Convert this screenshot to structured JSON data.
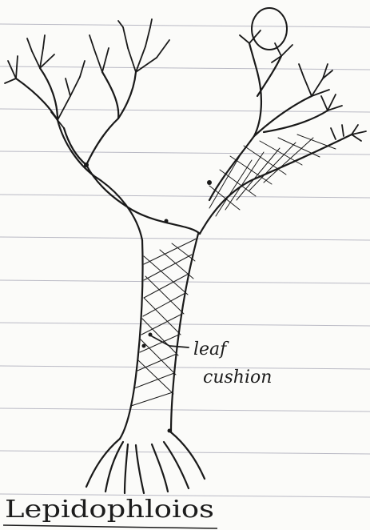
{
  "diagram": {
    "label_text": "leaf\ncushion",
    "label_line1": "leaf",
    "label_line2": "cushion",
    "caption": "Lepidophloios"
  },
  "colors": {
    "paper": "#fbfbf9",
    "rule_line": "#b9b9c4",
    "ink": "#1a1a1a"
  }
}
